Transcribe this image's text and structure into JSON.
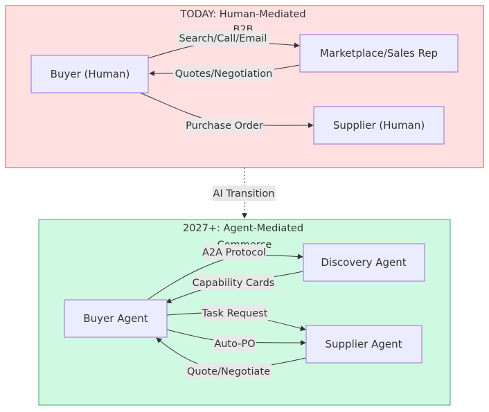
{
  "colors": {
    "today_fill": "#ffe0e0",
    "today_stroke": "#d9534f",
    "future_fill": "#d0f9e1",
    "future_stroke": "#3aa77a",
    "node_fill": "#ececff",
    "node_stroke": "#9370db",
    "edge_label_bg": "#e8e8e8",
    "line": "#333333"
  },
  "clusters": {
    "today": {
      "title_line1": "TODAY: Human-Mediated",
      "title_line2": "B2B"
    },
    "future": {
      "title_line1": "2027+: Agent-Mediated",
      "title_line2": "Commerce"
    }
  },
  "nodes": {
    "buyer_human": "Buyer (Human)",
    "marketplace": "Marketplace/Sales Rep",
    "supplier_human": "Supplier (Human)",
    "buyer_agent": "Buyer Agent",
    "discovery_agent": "Discovery Agent",
    "supplier_agent": "Supplier Agent"
  },
  "edges": {
    "search_call_email": "Search/Call/Email",
    "quotes_negotiation": "Quotes/Negotiation",
    "purchase_order": "Purchase Order",
    "ai_transition": "AI Transition",
    "a2a_protocol": "A2A Protocol",
    "capability_cards": "Capability Cards",
    "task_request": "Task Request",
    "auto_po": "Auto-PO",
    "quote_negotiate": "Quote/Negotiate"
  }
}
